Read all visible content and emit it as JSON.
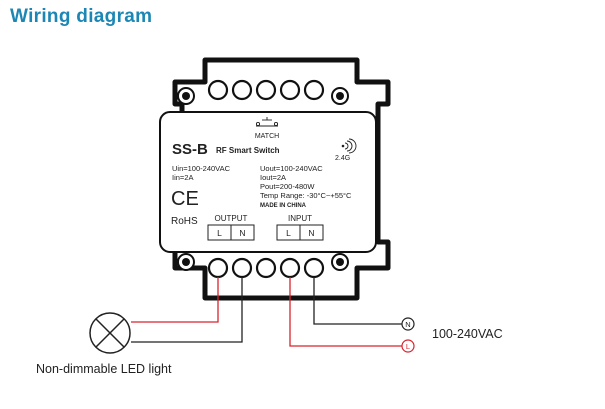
{
  "title": "Wiring diagram",
  "device": {
    "model": "SS-B",
    "name": "RF Smart Switch",
    "freq": "2.4G",
    "match": "MATCH",
    "uin": "Uin=100-240VAC",
    "iin": "Iin=2A",
    "uout": "Uout=100-240VAC",
    "iout": "Iout=2A",
    "pout": "Pout=200-480W",
    "temp": "Temp Range: -30°C~+55°C",
    "made": "MADE IN CHINA",
    "ce": "CE",
    "rohs": "RoHS",
    "output_label": "OUTPUT",
    "input_label": "INPUT",
    "out_l": "L",
    "out_n": "N",
    "in_l": "L",
    "in_n": "N"
  },
  "supply": {
    "n": "N",
    "l": "L",
    "voltage": "100-240VAC"
  },
  "load": {
    "label": "Non-dimmable LED light"
  },
  "colors": {
    "title": "#1c87b4",
    "live_wire": "#d9232d",
    "neutral_wire": "#222222",
    "body": "#ffffff",
    "outline": "#111111"
  }
}
